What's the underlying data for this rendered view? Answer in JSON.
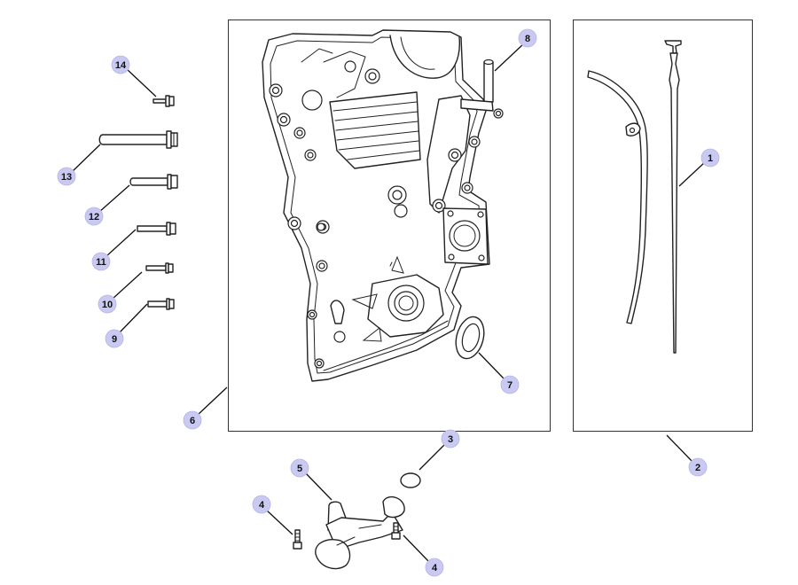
{
  "callouts": [
    {
      "id": "callout-1",
      "label": "1"
    },
    {
      "id": "callout-2",
      "label": "2"
    },
    {
      "id": "callout-3",
      "label": "3"
    },
    {
      "id": "callout-4a",
      "label": "4"
    },
    {
      "id": "callout-4b",
      "label": "4"
    },
    {
      "id": "callout-5",
      "label": "5"
    },
    {
      "id": "callout-6",
      "label": "6"
    },
    {
      "id": "callout-7",
      "label": "7"
    },
    {
      "id": "callout-8",
      "label": "8"
    },
    {
      "id": "callout-9",
      "label": "9"
    },
    {
      "id": "callout-10",
      "label": "10"
    },
    {
      "id": "callout-11",
      "label": "11"
    },
    {
      "id": "callout-12",
      "label": "12"
    },
    {
      "id": "callout-13",
      "label": "13"
    },
    {
      "id": "callout-14",
      "label": "14"
    }
  ],
  "colors": {
    "callout_fill": "#c9c9f2",
    "line": "#222222",
    "background": "#ffffff"
  }
}
